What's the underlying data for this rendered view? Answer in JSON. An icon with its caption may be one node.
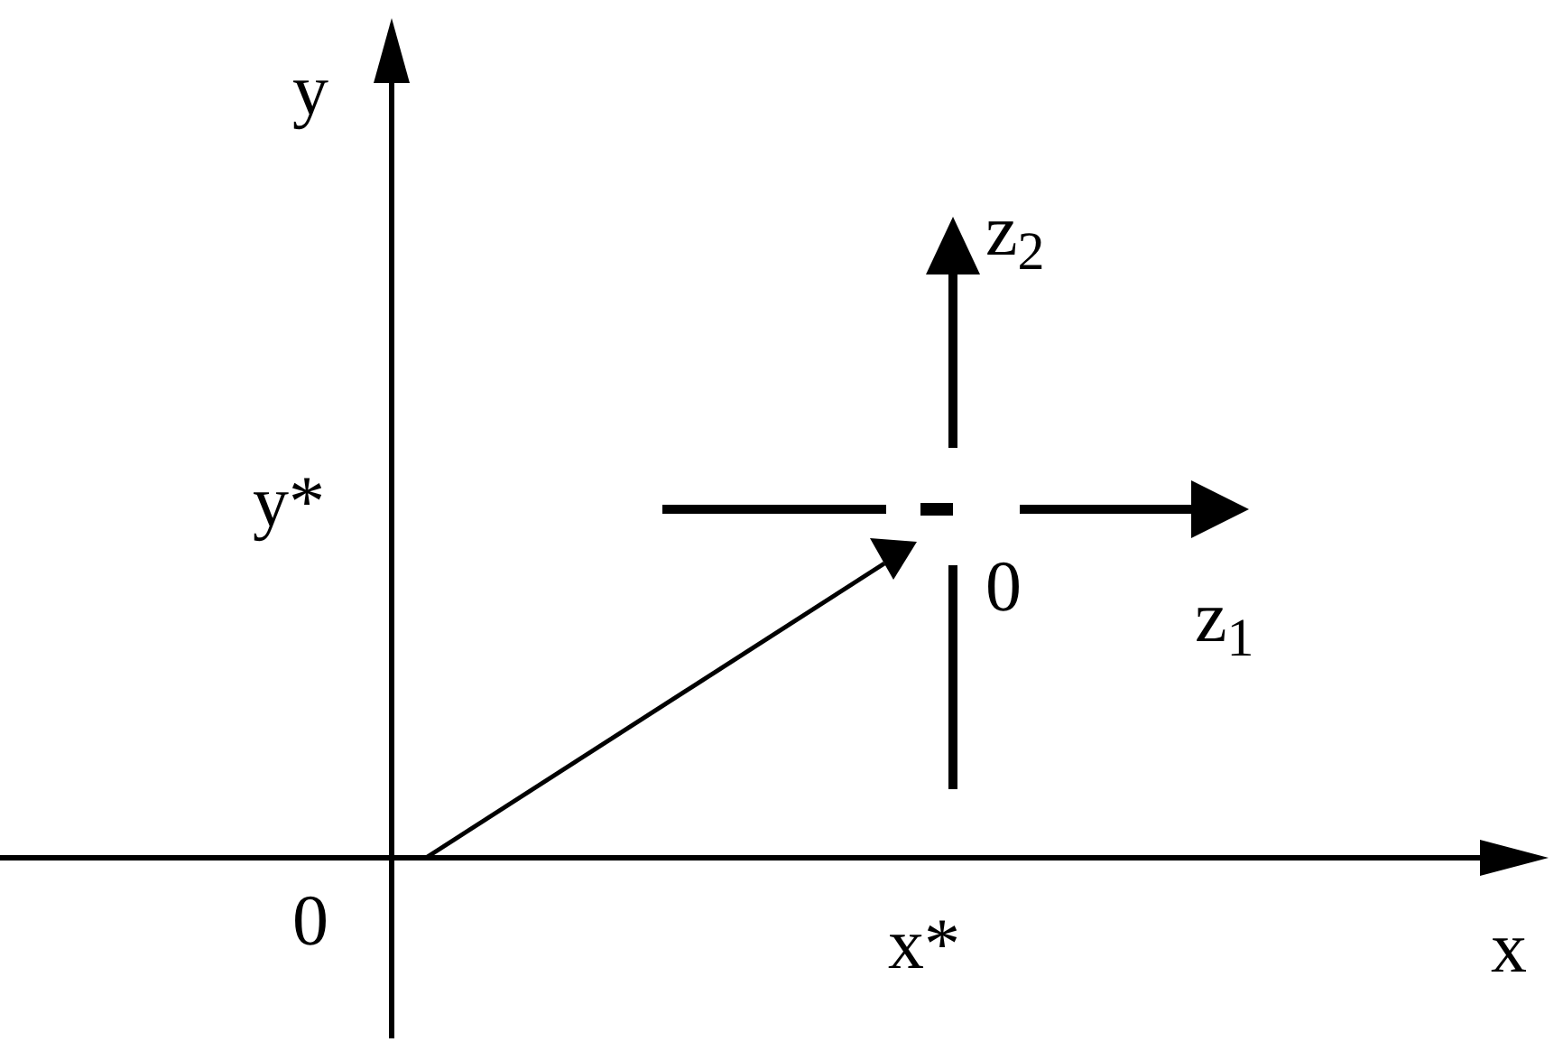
{
  "diagram": {
    "labels": [
      "y",
      "z$_{2}$",
      "y*",
      "0",
      "z$_{1}$",
      "0",
      "x*",
      "x"
    ]
  }
}
